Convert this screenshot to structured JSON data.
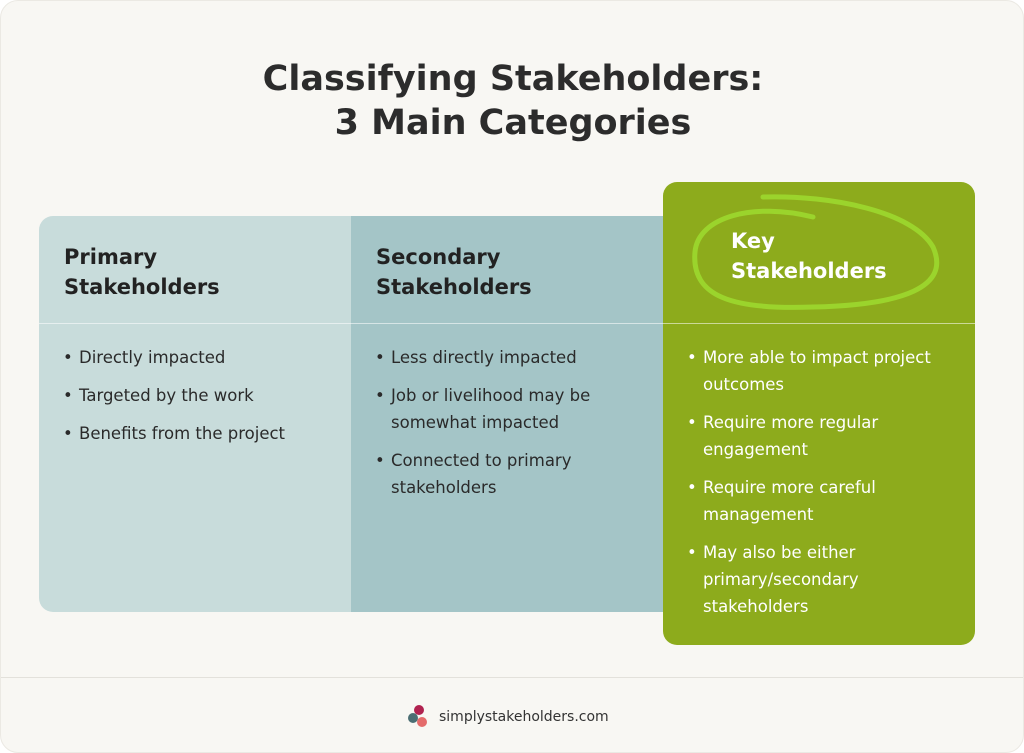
{
  "title_line1": "Classifying Stakeholders:",
  "title_line2": "3 Main Categories",
  "columns": [
    {
      "heading1": "Primary",
      "heading2": "Stakeholders",
      "bullets": [
        "Directly impacted",
        "Targeted by the work",
        "Benefits from the project"
      ]
    },
    {
      "heading1": "Secondary",
      "heading2": "Stakeholders",
      "bullets": [
        "Less directly impacted",
        "Job or livelihood may be somewhat impacted",
        "Connected to primary stakeholders"
      ]
    },
    {
      "heading1": "Key",
      "heading2": "Stakeholders",
      "bullets": [
        "More able to impact project outcomes",
        "Require more regular engagement",
        "Require more careful management",
        "May also be either primary/secondary stakeholders"
      ]
    }
  ],
  "footer": {
    "website": "simplystakeholders.com"
  },
  "colors": {
    "primary": "#c8dcdb",
    "secondary": "#a4c5c7",
    "key": "#8dab1c",
    "highlight": "#9bd42c"
  }
}
